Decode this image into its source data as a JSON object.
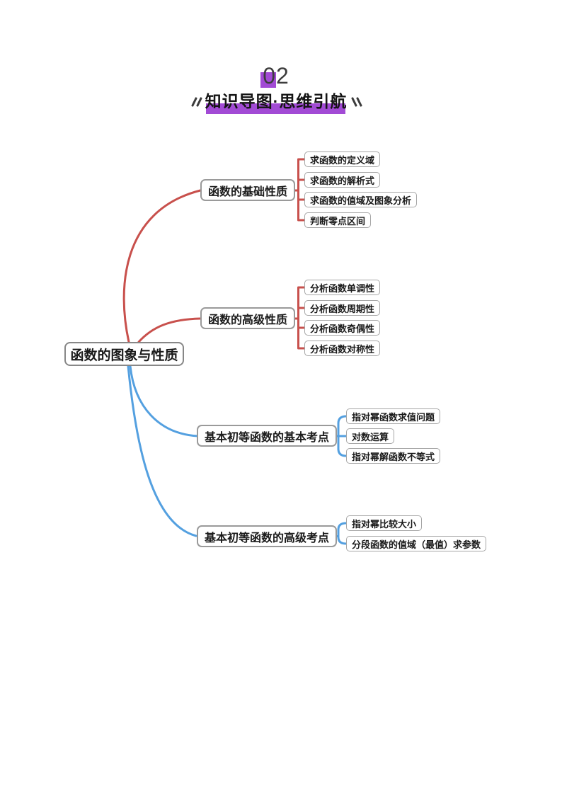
{
  "header": {
    "number": "02",
    "title": "知识导图·思维引航",
    "accent_color": "#a24bd5"
  },
  "map": {
    "root": "函数的图象与性质",
    "branch_colors": {
      "red": "#c8504c",
      "blue": "#54a0e0"
    },
    "branches": [
      {
        "label": "函数的基础性质",
        "color": "#c8504c",
        "children": [
          "求函数的定义域",
          "求函数的解析式",
          "求函数的值域及图象分析",
          "判断零点区间"
        ]
      },
      {
        "label": "函数的高级性质",
        "color": "#c8504c",
        "children": [
          "分析函数单调性",
          "分析函数周期性",
          "分析函数奇偶性",
          "分析函数对称性"
        ]
      },
      {
        "label": "基本初等函数的基本考点",
        "color": "#54a0e0",
        "children": [
          "指对幂函数求值问题",
          "对数运算",
          "指对幂解函数不等式"
        ]
      },
      {
        "label": "基本初等函数的高级考点",
        "color": "#54a0e0",
        "children": [
          "指对幂比较大小",
          "分段函数的值域（最值）求参数"
        ]
      }
    ]
  }
}
